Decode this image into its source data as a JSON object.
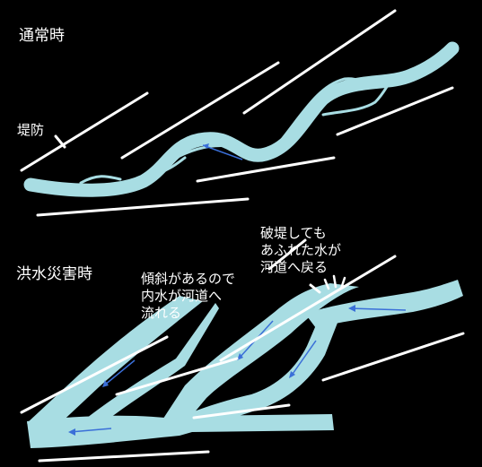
{
  "normal": {
    "title": "通常時",
    "levee_label": "堤防"
  },
  "flood": {
    "title": "洪水災害時",
    "note_slope": "傾斜があるので\n内水が河道へ\n流れる",
    "note_breach": "破堤しても\nあふれた水が\n河道へ戻る"
  },
  "colors": {
    "background": "#000000",
    "water": "#a8dde3",
    "arrow": "#3a6fd8",
    "levee": "#ffffff"
  }
}
